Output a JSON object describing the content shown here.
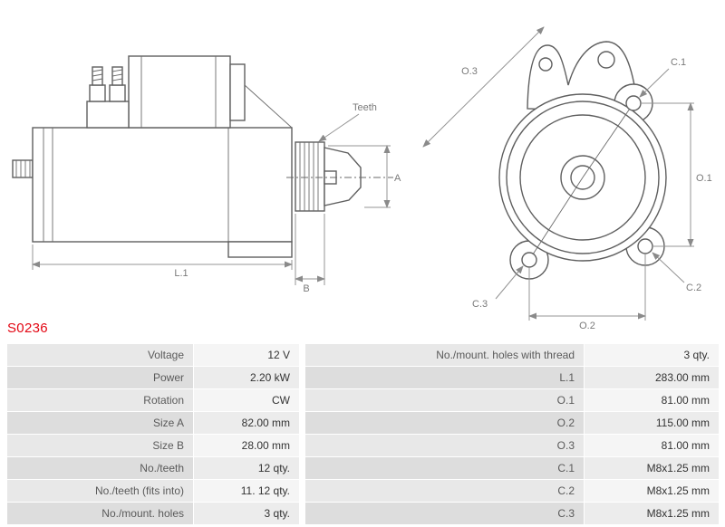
{
  "part_number": "S0236",
  "colors": {
    "part_number_red": "#e30613",
    "drawing_line": "#5f5f5f",
    "dimension_line": "#949494",
    "row_label_light": "#e8e8e8",
    "row_label_dark": "#dddddd"
  },
  "diagram": {
    "labels": {
      "teeth": "Teeth",
      "l1": "L.1",
      "a": "A",
      "b": "B",
      "o1": "O.1",
      "o2": "O.2",
      "o3": "O.3",
      "c1": "C.1",
      "c2": "C.2",
      "c3": "C.3"
    }
  },
  "spec_table": {
    "left": [
      {
        "label": "Voltage",
        "value": "12 V"
      },
      {
        "label": "Power",
        "value": "2.20 kW"
      },
      {
        "label": "Rotation",
        "value": "CW"
      },
      {
        "label": "Size A",
        "value": "82.00 mm"
      },
      {
        "label": "Size B",
        "value": "28.00 mm"
      },
      {
        "label": "No./teeth",
        "value": "12 qty."
      },
      {
        "label": "No./teeth (fits into)",
        "value": "11. 12 qty."
      },
      {
        "label": "No./mount. holes",
        "value": "3 qty."
      }
    ],
    "right": [
      {
        "label": "No./mount. holes with thread",
        "value": "3 qty."
      },
      {
        "label": "L.1",
        "value": "283.00 mm"
      },
      {
        "label": "O.1",
        "value": "81.00 mm"
      },
      {
        "label": "O.2",
        "value": "115.00 mm"
      },
      {
        "label": "O.3",
        "value": "81.00 mm"
      },
      {
        "label": "C.1",
        "value": "M8x1.25 mm"
      },
      {
        "label": "C.2",
        "value": "M8x1.25 mm"
      },
      {
        "label": "C.3",
        "value": "M8x1.25 mm"
      }
    ]
  }
}
